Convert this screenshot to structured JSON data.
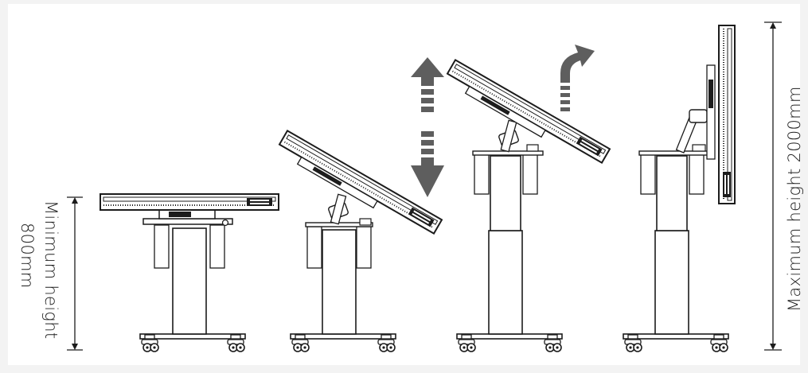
{
  "labels": {
    "min_line1": "Minimum height",
    "min_line2": "800mm",
    "max": "Maximum height 2000mm"
  },
  "colors": {
    "background": "#f3f3f3",
    "panel": "#ffffff",
    "line": "#1c1c1c",
    "arrow": "#5e5e5e"
  },
  "icons": [
    "up-down-arrow-icon",
    "tilt-arrow-icon"
  ]
}
